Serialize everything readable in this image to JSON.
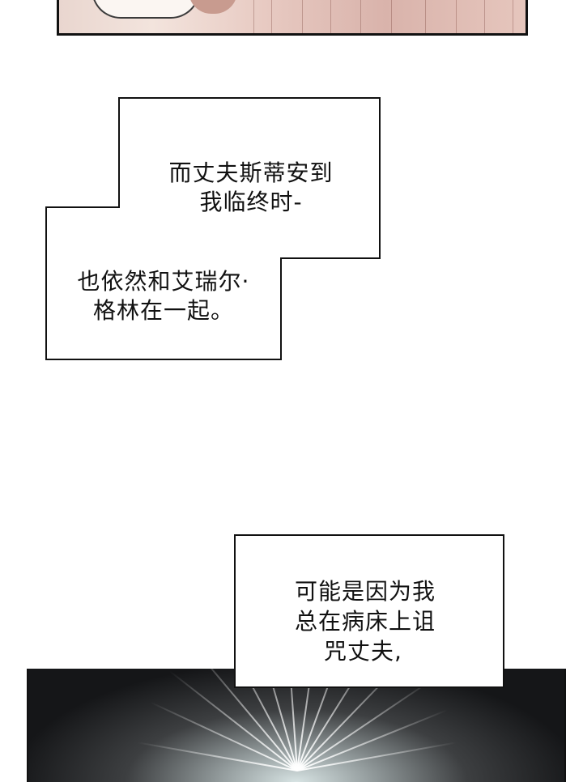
{
  "box1": {
    "lines_a": [
      "而丈夫斯蒂安到",
      "我临终时-"
    ],
    "lines_b": [
      "也依然和艾瑞尔·",
      "格林在一起。"
    ]
  },
  "box2": {
    "lines": [
      "可能是因为我",
      "总在病床上诅",
      "咒丈夫,"
    ]
  }
}
